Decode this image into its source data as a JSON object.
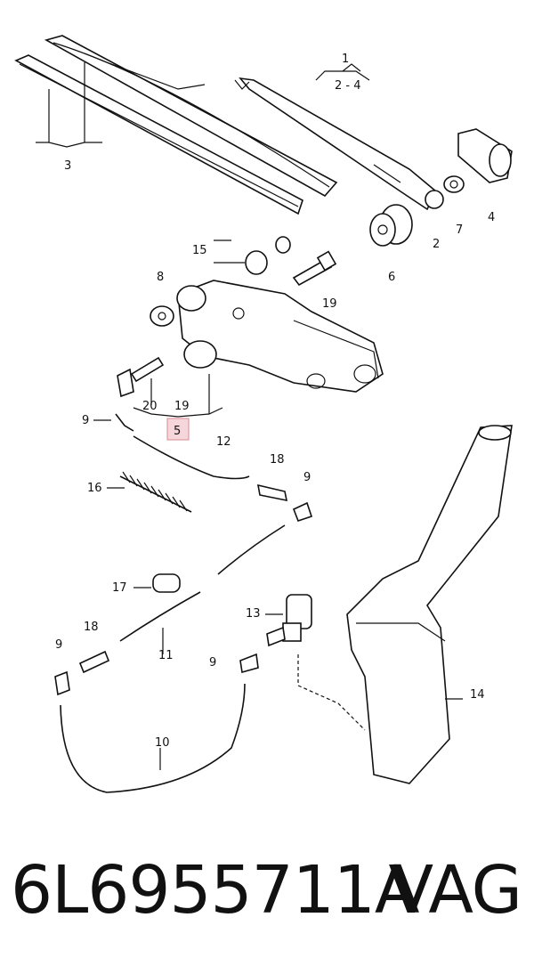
{
  "labels": {
    "l1": "1",
    "l2_4": "2 - 4",
    "l3": "3",
    "l4": "4",
    "l2": "2",
    "l7": "7",
    "l6": "6",
    "l15": "15",
    "l8": "8",
    "l19a": "19",
    "l20": "20",
    "l19b": "19",
    "l5": "5",
    "l9a": "9",
    "l12": "12",
    "l16": "16",
    "l18a": "18",
    "l9b": "9",
    "l17": "17",
    "l13": "13",
    "l18b": "18",
    "l11": "11",
    "l9c": "9",
    "l9d": "9",
    "l14": "14",
    "l10": "10"
  },
  "caption": {
    "part_number": "6L6955711A",
    "brand": "VAG"
  },
  "colors": {
    "highlight": "#f6d6da"
  }
}
